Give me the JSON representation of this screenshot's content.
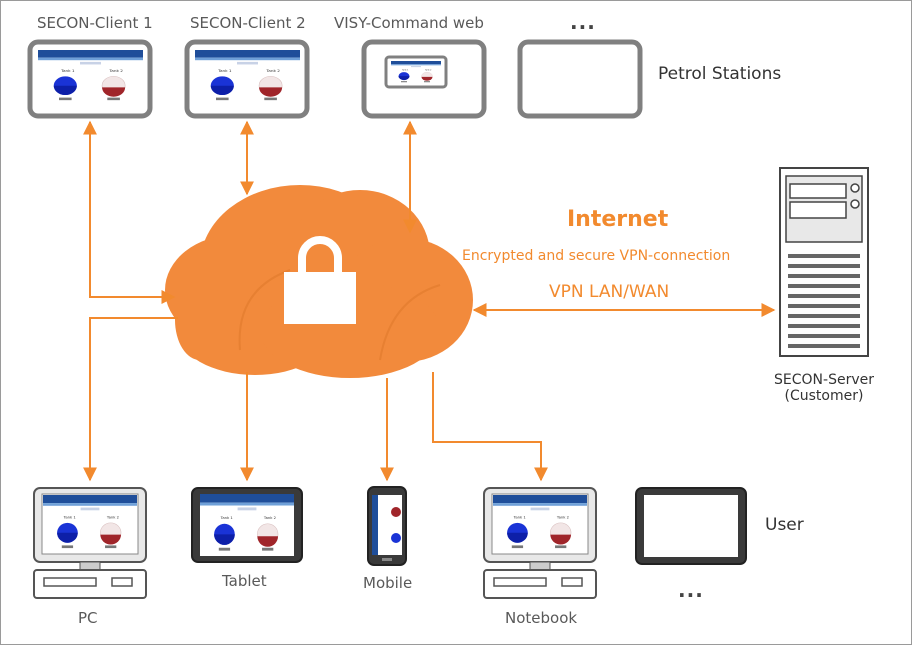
{
  "top_devices": {
    "client1": "SECON-Client 1",
    "client2": "SECON-Client 2",
    "visy": "VISY-Command web",
    "more": "..."
  },
  "petrol_stations_label": "Petrol Stations",
  "cloud": {
    "title": "Internet",
    "subtitle": "Encrypted and secure VPN-connection",
    "vpn": "VPN LAN/WAN"
  },
  "server": {
    "line1": "SECON-Server",
    "line2": "(Customer)"
  },
  "bottom_devices": {
    "pc": "PC",
    "tablet": "Tablet",
    "mobile": "Mobile",
    "notebook": "Notebook",
    "more": "..."
  },
  "user_label": "User",
  "colors": {
    "accent": "#f28a2e",
    "cloud": "#f28a3c",
    "device_frame": "#808080",
    "tank_blue": "#1a33d6",
    "tank_red": "#a0252a"
  }
}
